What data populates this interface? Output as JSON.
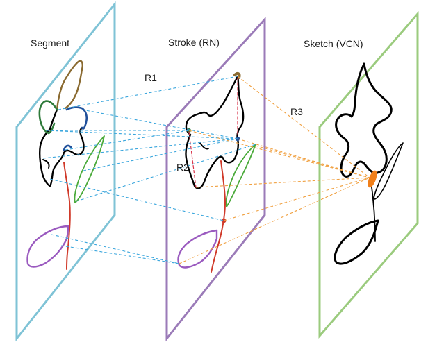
{
  "panels": {
    "segment": {
      "label": "Segment",
      "color": "#7fc3d6"
    },
    "stroke": {
      "label": "Stroke (RN)",
      "color": "#9b7bb8"
    },
    "sketch": {
      "label": "Sketch (VCN)",
      "color": "#9bcb7e"
    }
  },
  "relations": {
    "r1": {
      "label": "R1",
      "color": "#3aa6dd"
    },
    "r2": {
      "label": "R2",
      "color": "#d9334a"
    },
    "r3": {
      "label": "R3",
      "color": "#f0a040"
    }
  },
  "stroke_colors": {
    "outline": "#000000",
    "petal_top": "#8a6a30",
    "petal_left": "#2e7a3a",
    "petal_right": "#1f4f9a",
    "leaf": "#4aaa3a",
    "stem": "#d03a2a",
    "bottom_leaf": "#9a5abf",
    "node": "#f07f1a"
  }
}
